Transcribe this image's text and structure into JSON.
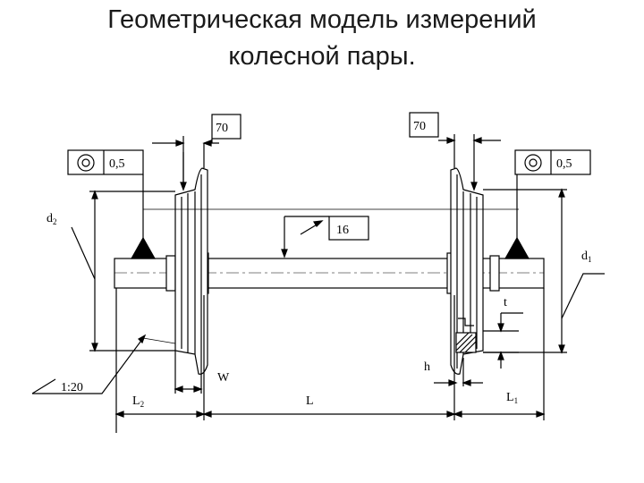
{
  "title": {
    "line1": "Геометрическая модель измерений",
    "line2": "колесной пары."
  },
  "diagram": {
    "tol_left": "70",
    "tol_right": "70",
    "runout_left": "0,5",
    "runout_right": "0,5",
    "roughness": "16",
    "d2": "d",
    "d2_sub": "2",
    "d1": "d",
    "d1_sub": "1",
    "taper": "1:20",
    "W": "W",
    "h": "h",
    "t": "t",
    "L2": "L",
    "L2_sub": "2",
    "L": "L",
    "L1": "L",
    "L1_sub": "1"
  },
  "icons": [
    "runout-symbol-icon",
    "support-triangle-icon",
    "roughness-arrow-icon"
  ]
}
